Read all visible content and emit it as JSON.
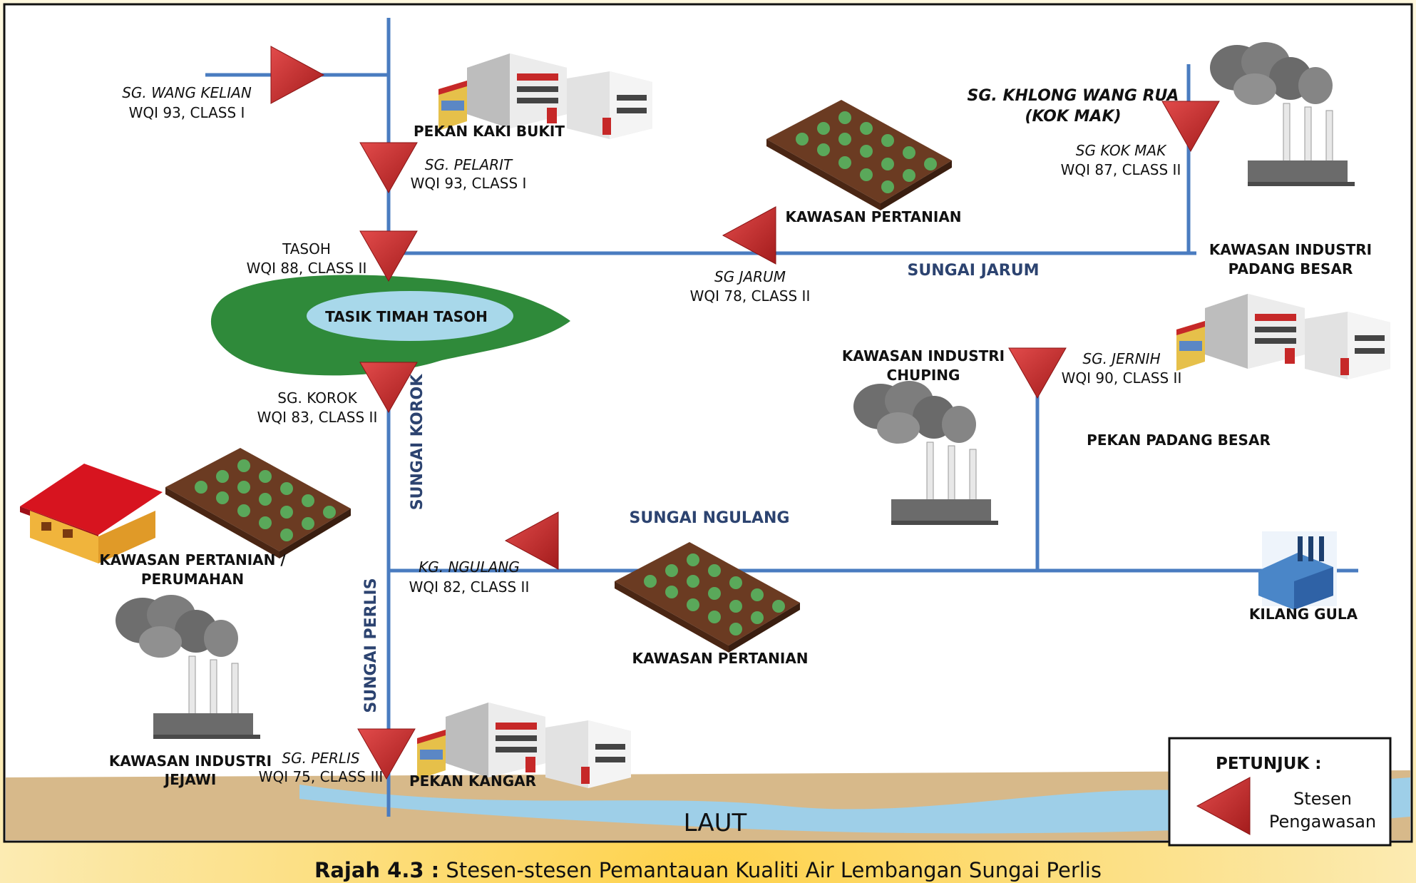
{
  "stations": [
    {
      "name": "SG. WANG KELIAN",
      "wqi": "WQI 93, CLASS I"
    },
    {
      "name": "SG. PELARIT",
      "wqi": "WQI 93, CLASS I"
    },
    {
      "name": "TASOH",
      "wqi": "WQI 88, CLASS II"
    },
    {
      "name": "SG. KOROK",
      "wqi": "WQI 83, CLASS II"
    },
    {
      "name": "KG. NGULANG",
      "wqi": "WQI 82, CLASS II"
    },
    {
      "name": "SG. PERLIS",
      "wqi": "WQI 75, CLASS III"
    },
    {
      "name": "SG JARUM",
      "wqi": "WQI 78, CLASS II"
    },
    {
      "name": "SG KOK MAK",
      "wqi": "WQI 87, CLASS II"
    },
    {
      "name": "SG. JERNIH",
      "wqi": "WQI 90, CLASS II"
    }
  ],
  "places": {
    "pekan_kaki_bukit": "PEKAN KAKI BUKIT",
    "kawasan_pertanian_top": "KAWASAN PERTANIAN",
    "kawasan_industri_padang_besar_1": "KAWASAN INDUSTRI",
    "kawasan_industri_padang_besar_2": "PADANG BESAR",
    "tasik": "TASIK TIMAH TASOH",
    "kawasan_industri_chuping_1": "KAWASAN INDUSTRI",
    "kawasan_industri_chuping_2": "CHUPING",
    "pekan_padang_besar": "PEKAN PADANG BESAR",
    "kawasan_pertanian_perumahan_1": "KAWASAN PERTANIAN /",
    "kawasan_pertanian_perumahan_2": "PERUMAHAN",
    "kawasan_pertanian_mid": "KAWASAN PERTANIAN",
    "kilang_gula": "KILANG GULA",
    "kawasan_industri_jejawi_1": "KAWASAN INDUSTRI",
    "kawasan_industri_jejawi_2": "JEJAWI",
    "pekan_kangar": "PEKAN KANGAR",
    "laut": "LAUT",
    "khlong_1": "SG. KHLONG WANG RUA",
    "khlong_2": "(KOK MAK)"
  },
  "rivers": {
    "jarum": "SUNGAI JARUM",
    "ngulang": "SUNGAI NGULANG",
    "korok": "SUNGAI KOROK",
    "perlis": "SUNGAI PERLIS"
  },
  "legend": {
    "title": "PETUNJUK :",
    "line1": "Stesen",
    "line2": "Pengawasan"
  },
  "caption": {
    "prefix": "Rajah 4.3 :",
    "text": " Stesen-stesen Pemantauan Kualiti Air Lembangan Sungai Perlis"
  },
  "colors": {
    "river": "#4a7cc0",
    "marker": "#cc2e2e",
    "lake_green": "#2f8a3a",
    "lake_water": "#a8d8ea",
    "border": "#111111",
    "background": "#f7e79a"
  },
  "icons": [
    "factory-building-icon",
    "smokestack-icon",
    "crop-field-icon",
    "house-icon",
    "sugar-mill-icon",
    "station-marker-icon"
  ]
}
